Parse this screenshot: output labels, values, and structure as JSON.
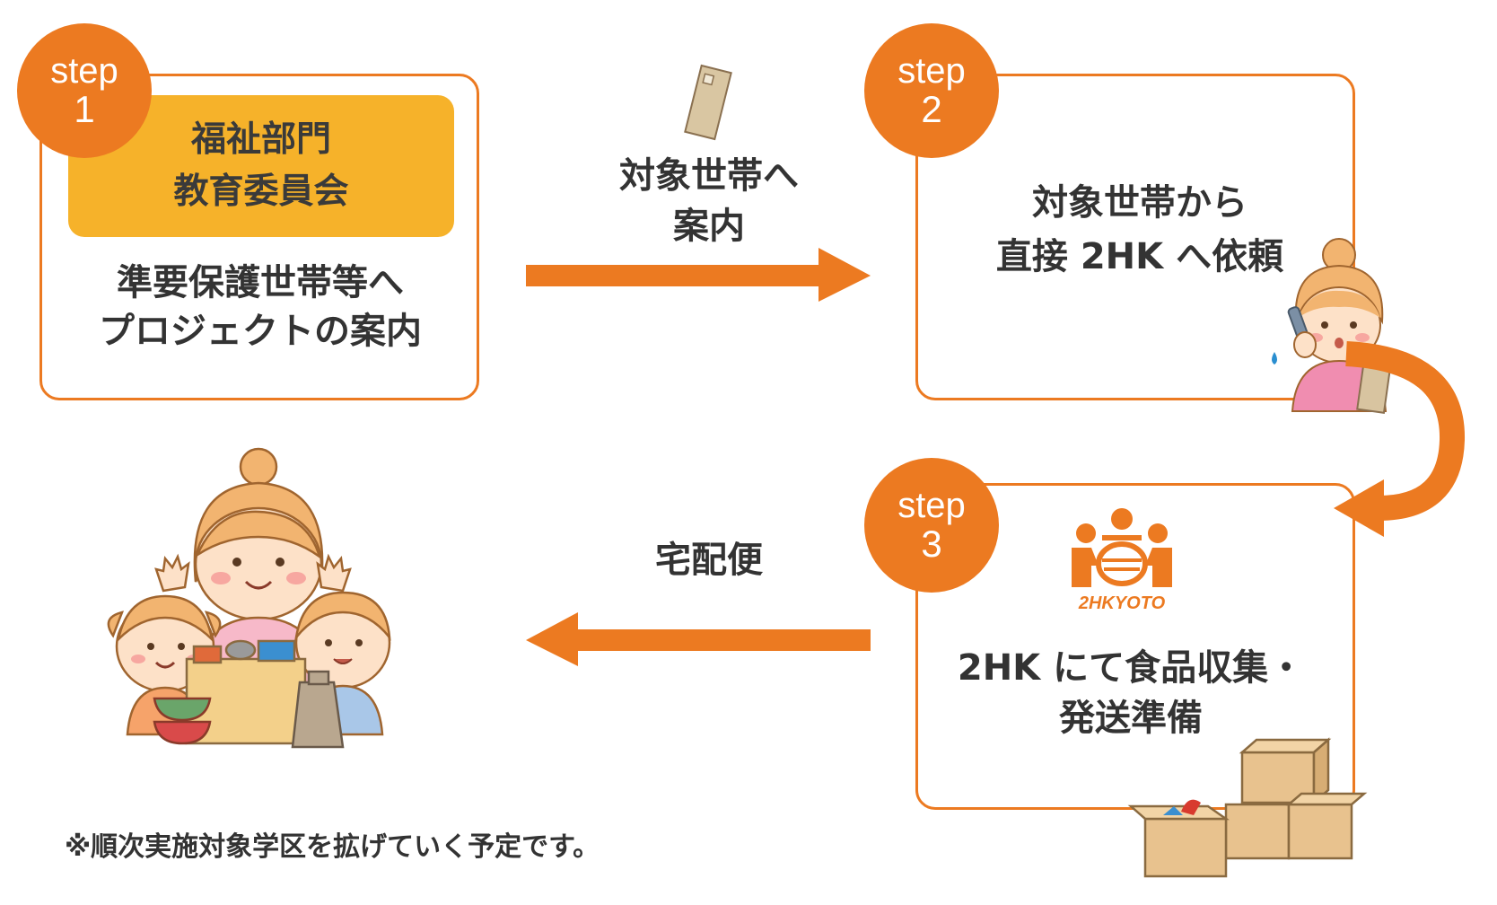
{
  "step_word": "step",
  "steps": [
    {
      "number": "1",
      "dept_lines": [
        "福祉部門",
        "教育委員会"
      ],
      "text_lines": [
        "準要保護世帯等へ",
        "プロジェクトの案内"
      ]
    },
    {
      "number": "2",
      "text_lines": [
        "対象世帯から",
        "直接 2HK へ依頼"
      ]
    },
    {
      "number": "3",
      "logo_text": "2HKYOTO",
      "text_lines": [
        "2HK にて食品収集・",
        "発送準備"
      ]
    }
  ],
  "arrow_labels": {
    "step1_to_step2": [
      "対象世帯へ",
      "案内"
    ],
    "step3_to_family": "宅配便"
  },
  "footnote": "※順次実施対象学区を拡げていく予定です。",
  "colors": {
    "accent": "#ec7a21",
    "dept_fill": "#f6b22a"
  },
  "icons": [
    "envelope-icon",
    "woman-on-phone-icon",
    "2hkyoto-logo",
    "cardboard-boxes-icon",
    "family-with-food-box-icon"
  ]
}
